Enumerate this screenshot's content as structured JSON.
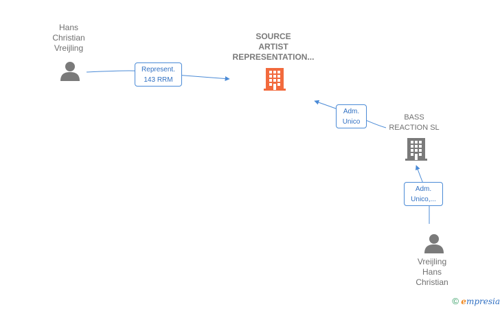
{
  "nodes": {
    "hans_top": {
      "label": "Hans\nChristian\nVreijling",
      "icon": "person-icon"
    },
    "source": {
      "label": "SOURCE\nARTIST\nREPRESENTATION...",
      "icon": "building-icon",
      "color": "#f26a3d"
    },
    "bass": {
      "label": "BASS\nREACTION SL",
      "icon": "building-icon",
      "color": "#7a7a7a"
    },
    "vreijling_bottom": {
      "label": "Vreijling\nHans\nChristian",
      "icon": "person-icon"
    }
  },
  "edges": {
    "represent": "Represent.\n143 RRM",
    "adm_unico": "Adm.\nUnico",
    "adm_unico_2": "Adm.\nUnico,..."
  },
  "colors": {
    "edge": "#4a8ad6",
    "person": "#7a7a7a"
  },
  "brand": {
    "copyright": "©",
    "e": "e",
    "rest": "mpresia"
  }
}
